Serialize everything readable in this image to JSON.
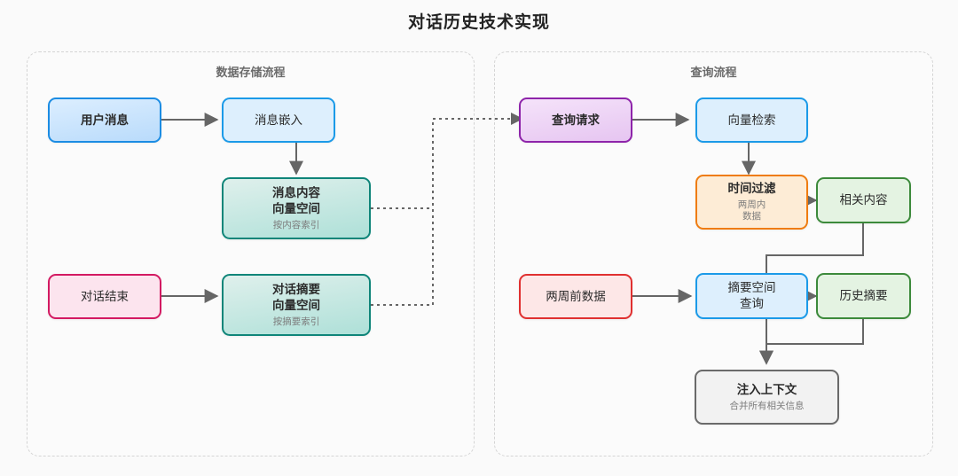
{
  "title": "对话历史技术实现",
  "groups": [
    {
      "name": "storage",
      "label": "数据存储流程"
    },
    {
      "name": "query",
      "label": "查询流程"
    }
  ],
  "nodes": {
    "user_message": {
      "label": "用户消息",
      "sub": ""
    },
    "message_embedding": {
      "label": "消息嵌入",
      "sub": ""
    },
    "message_vector": {
      "label": "消息内容\n向量空间",
      "sub": "按内容索引"
    },
    "dialog_end": {
      "label": "对话结束",
      "sub": ""
    },
    "summary_vector": {
      "label": "对话摘要\n向量空间",
      "sub": "按摘要索引"
    },
    "query_request": {
      "label": "查询请求",
      "sub": ""
    },
    "vector_search": {
      "label": "向量检索",
      "sub": ""
    },
    "time_filter": {
      "label": "时间过滤",
      "sub": "两周内\n数据"
    },
    "related_content": {
      "label": "相关内容",
      "sub": ""
    },
    "old_data": {
      "label": "两周前数据",
      "sub": ""
    },
    "summary_query": {
      "label": "摘要空间\n查询",
      "sub": ""
    },
    "history_summary": {
      "label": "历史摘要",
      "sub": ""
    },
    "inject_context": {
      "label": "注入上下文",
      "sub": "合并所有相关信息"
    }
  },
  "colors": {
    "background": "#fafafa",
    "group_border": "#d4d4d4",
    "edge": "#666666",
    "blue": "#1b8ce3",
    "teal": "#0f8579",
    "pink": "#d31a62",
    "purple": "#8e24aa",
    "orange": "#ef7c10",
    "green": "#3c8a3b",
    "red": "#e03030",
    "gray": "#6a6a6a"
  }
}
